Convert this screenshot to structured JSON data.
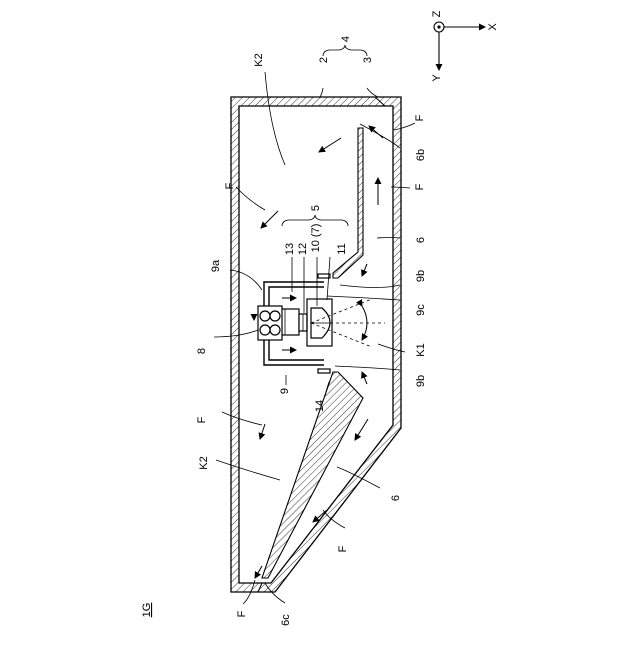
{
  "figure": {
    "id_label": "1G",
    "axes": {
      "z": "Z",
      "x": "X",
      "y": "Y"
    },
    "labels": {
      "l_4": "4",
      "l_2": "2",
      "l_3": "3",
      "l_5": "5",
      "l_13": "13",
      "l_12": "12",
      "l_10": "10 (7)",
      "l_11": "11",
      "l_9a": "9a",
      "l_9b_top": "9b",
      "l_9b_bot": "9b",
      "l_9c": "9c",
      "l_9": "9",
      "l_8": "8",
      "l_14": "14",
      "l_6_top": "6",
      "l_6_bot": "6",
      "l_6b": "6b",
      "l_6c": "6c",
      "l_K1": "K1",
      "l_K2_top": "K2",
      "l_K2_bot": "K2",
      "l_F1": "F",
      "l_F2": "F",
      "l_F3": "F",
      "l_F4": "F",
      "l_F5": "F",
      "l_F6": "F"
    }
  }
}
